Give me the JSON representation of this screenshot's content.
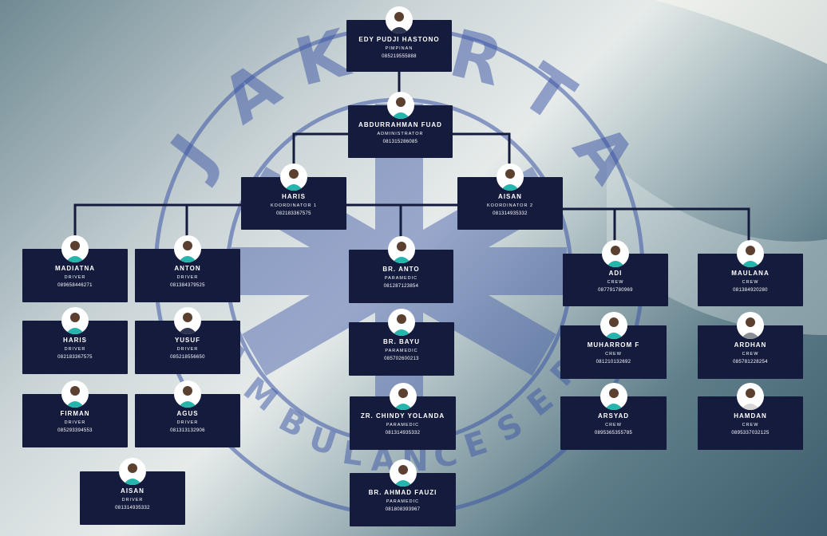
{
  "watermark": {
    "text": "JAKARTA",
    "sub": "AMBULANCE SERVICE",
    "color": "#3a4f9a"
  },
  "colors": {
    "card": "#141b3d",
    "line": "#141b3d"
  },
  "people": [
    {
      "id": "edy",
      "name": "EDY PUDJI HASTONO",
      "role": "PIMPINAN",
      "phone": "085219555888"
    },
    {
      "id": "abdurrahman",
      "name": "ABDURRAHMAN FUAD",
      "role": "ADMINISTRATOR",
      "phone": "081315286085"
    },
    {
      "id": "haris-k1",
      "name": "HARIS",
      "role": "KOORDINATOR 1",
      "phone": "082183367575"
    },
    {
      "id": "aisan-k2",
      "name": "AISAN",
      "role": "KOORDINATOR 2",
      "phone": "081314935332"
    },
    {
      "id": "madiatna",
      "name": "MADIATNA",
      "role": "DRIVER",
      "phone": "089658446271"
    },
    {
      "id": "anton",
      "name": "ANTON",
      "role": "DRIVER",
      "phone": "081384379525"
    },
    {
      "id": "haris-d",
      "name": "HARIS",
      "role": "DRIVER",
      "phone": "082183367575"
    },
    {
      "id": "yusuf",
      "name": "YUSUF",
      "role": "DRIVER",
      "phone": "085218556650"
    },
    {
      "id": "firman",
      "name": "FIRMAN",
      "role": "DRIVER",
      "phone": "085293394553"
    },
    {
      "id": "agus",
      "name": "AGUS",
      "role": "DRIVER",
      "phone": "081313132906"
    },
    {
      "id": "aisan-d",
      "name": "AISAN",
      "role": "DRIVER",
      "phone": "081314935332"
    },
    {
      "id": "anto",
      "name": "BR. ANTO",
      "role": "PARAMEDIC",
      "phone": "081287123854"
    },
    {
      "id": "bayu",
      "name": "BR. BAYU",
      "role": "PARAMEDIC",
      "phone": "085702600213"
    },
    {
      "id": "chindy",
      "name": "ZR. CHINDY YOLANDA",
      "role": "PARAMEDIC",
      "phone": "081314935332"
    },
    {
      "id": "fauzi",
      "name": "BR. AHMAD FAUZI",
      "role": "PARAMEDIC",
      "phone": "081808393967"
    },
    {
      "id": "adi",
      "name": "ADI",
      "role": "CREW",
      "phone": "087791780969"
    },
    {
      "id": "muharrom",
      "name": "MUHARROM F",
      "role": "CREW",
      "phone": "081210132692"
    },
    {
      "id": "arsyad",
      "name": "ARSYAD",
      "role": "CREW",
      "phone": "0895365355785"
    },
    {
      "id": "maulana",
      "name": "MAULANA",
      "role": "CREW",
      "phone": "081384920280"
    },
    {
      "id": "ardhan",
      "name": "ARDHAN",
      "role": "CREW",
      "phone": "085781228254"
    },
    {
      "id": "hamdan",
      "name": "HAMDAN",
      "role": "CREW",
      "phone": "0895337032125"
    }
  ]
}
